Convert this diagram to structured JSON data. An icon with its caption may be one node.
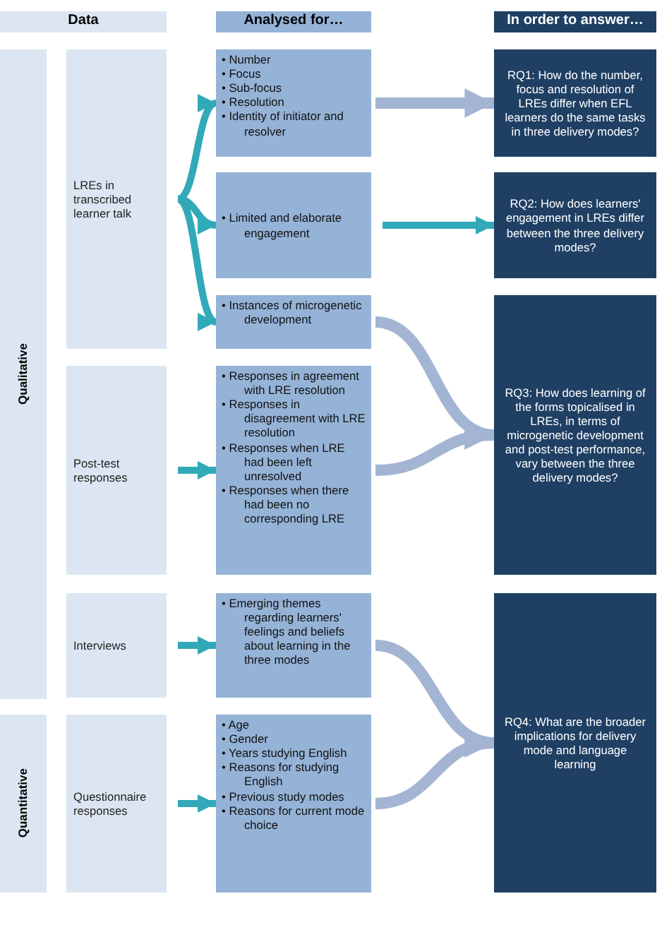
{
  "diagram": {
    "nodes": [
      {
        "text": [
          "Data"
        ]
      },
      {
        "text": [
          "Analysed for…"
        ]
      },
      {
        "text": [
          "In order to answer…"
        ]
      },
      {
        "text": [
          "Qualitative"
        ]
      },
      {
        "text": [
          "Quantitative"
        ]
      },
      {
        "text": [
          "LREs in transcribed learner talk"
        ]
      },
      {
        "text": [
          "Post-test responses"
        ]
      },
      {
        "text": [
          "Interviews"
        ]
      },
      {
        "text": [
          "Questionnaire responses"
        ]
      },
      {
        "text": [
          "• Number",
          "• Focus",
          "• Sub-focus",
          "• Resolution",
          "• Identity of initiator and resolver"
        ]
      },
      {
        "text": [
          "• Limited and elaborate engagement"
        ]
      },
      {
        "text": [
          "• Instances of microgenetic development"
        ]
      },
      {
        "text": [
          "• Responses in agreement with LRE resolution",
          "• Responses in disagreement with LRE resolution",
          "• Responses when LRE had been left unresolved",
          "• Responses when there had been no corresponding LRE"
        ]
      },
      {
        "text": [
          "• Emerging themes regarding learners' feelings and beliefs about learning in the three modes"
        ]
      },
      {
        "text": [
          "• Age",
          "• Gender",
          "• Years studying English",
          "• Reasons for studying English",
          "• Previous study modes",
          "• Reasons for current mode choice"
        ]
      },
      {
        "text": [
          "RQ1: How do the number, focus and resolution of LREs differ when EFL learners do the same tasks in three delivery modes?"
        ]
      },
      {
        "text": [
          "RQ2: How does learners' engagement in LREs differ between the three delivery modes?"
        ]
      },
      {
        "text": [
          "RQ3: How does learning of the forms topicalised in LREs, in terms of microgenetic development and post-test performance, vary between the three delivery modes?"
        ]
      },
      {
        "text": [
          "RQ4: What are the broader implications for delivery mode and language learning"
        ]
      }
    ],
    "edges": [
      {
        "from": 5,
        "to": 9,
        "arrow": "to"
      },
      {
        "from": 5,
        "to": 10,
        "arrow": "to"
      },
      {
        "from": 5,
        "to": 11,
        "arrow": "to"
      },
      {
        "from": 6,
        "to": 12,
        "arrow": "to"
      },
      {
        "from": 7,
        "to": 13,
        "arrow": "to"
      },
      {
        "from": 8,
        "to": 14,
        "arrow": "to"
      },
      {
        "from": 9,
        "to": 15,
        "arrow": "to",
        "color": "#a3b5d3"
      },
      {
        "from": 10,
        "to": 16,
        "arrow": "to"
      },
      {
        "from": 11,
        "to": 17,
        "arrow": "to",
        "color": "#a3b5d3"
      },
      {
        "from": 12,
        "to": 17,
        "arrow": "to",
        "color": "#a3b5d3"
      },
      {
        "from": 13,
        "to": 18,
        "arrow": "to",
        "color": "#a3b5d3"
      },
      {
        "from": 14,
        "to": 18,
        "arrow": "to",
        "color": "#a3b5d3"
      }
    ]
  }
}
